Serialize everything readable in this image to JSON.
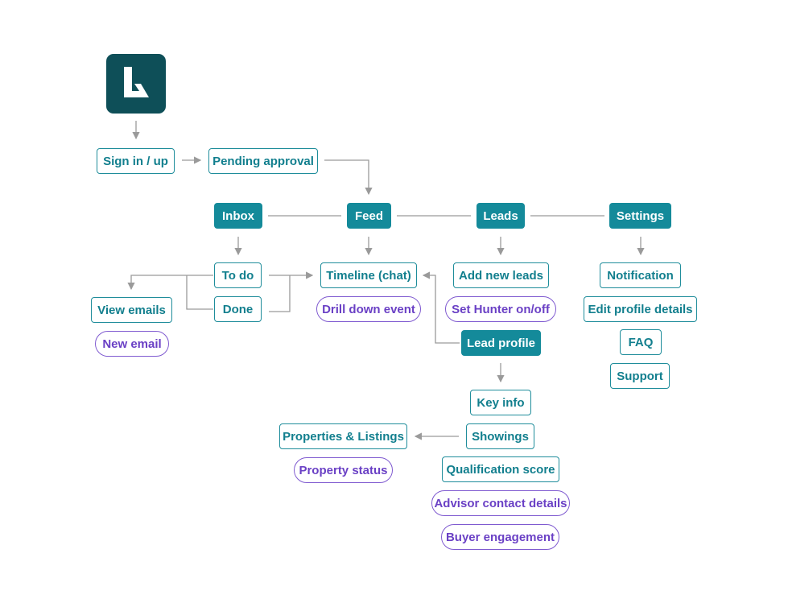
{
  "app": {
    "logo_icon": "app-logo-icon",
    "logo_color": "#0e4f58"
  },
  "colors": {
    "primary": "#148a9a",
    "outline": "#1f8d9b",
    "secondary": "#7f5ad0",
    "connector": "#9a9a9a"
  },
  "nodes": {
    "sign_in": "Sign in / up",
    "pending_approval": "Pending approval",
    "inbox": "Inbox",
    "feed": "Feed",
    "leads": "Leads",
    "settings": "Settings",
    "to_do": "To do",
    "done": "Done",
    "view_emails": "View emails",
    "new_email": "New email",
    "timeline_chat": "Timeline (chat)",
    "drill_down_event": "Drill down event",
    "add_new_leads": "Add new leads",
    "set_hunter": "Set Hunter on/off",
    "lead_profile": "Lead profile",
    "notification": "Notification",
    "edit_profile_details": "Edit profile details",
    "faq": "FAQ",
    "support": "Support",
    "key_info": "Key info",
    "showings": "Showings",
    "qualification_score": "Qualification score",
    "advisor_contact_details": "Advisor contact details",
    "buyer_engagement": "Buyer engagement",
    "properties_listings": "Properties & Listings",
    "property_status": "Property status"
  }
}
